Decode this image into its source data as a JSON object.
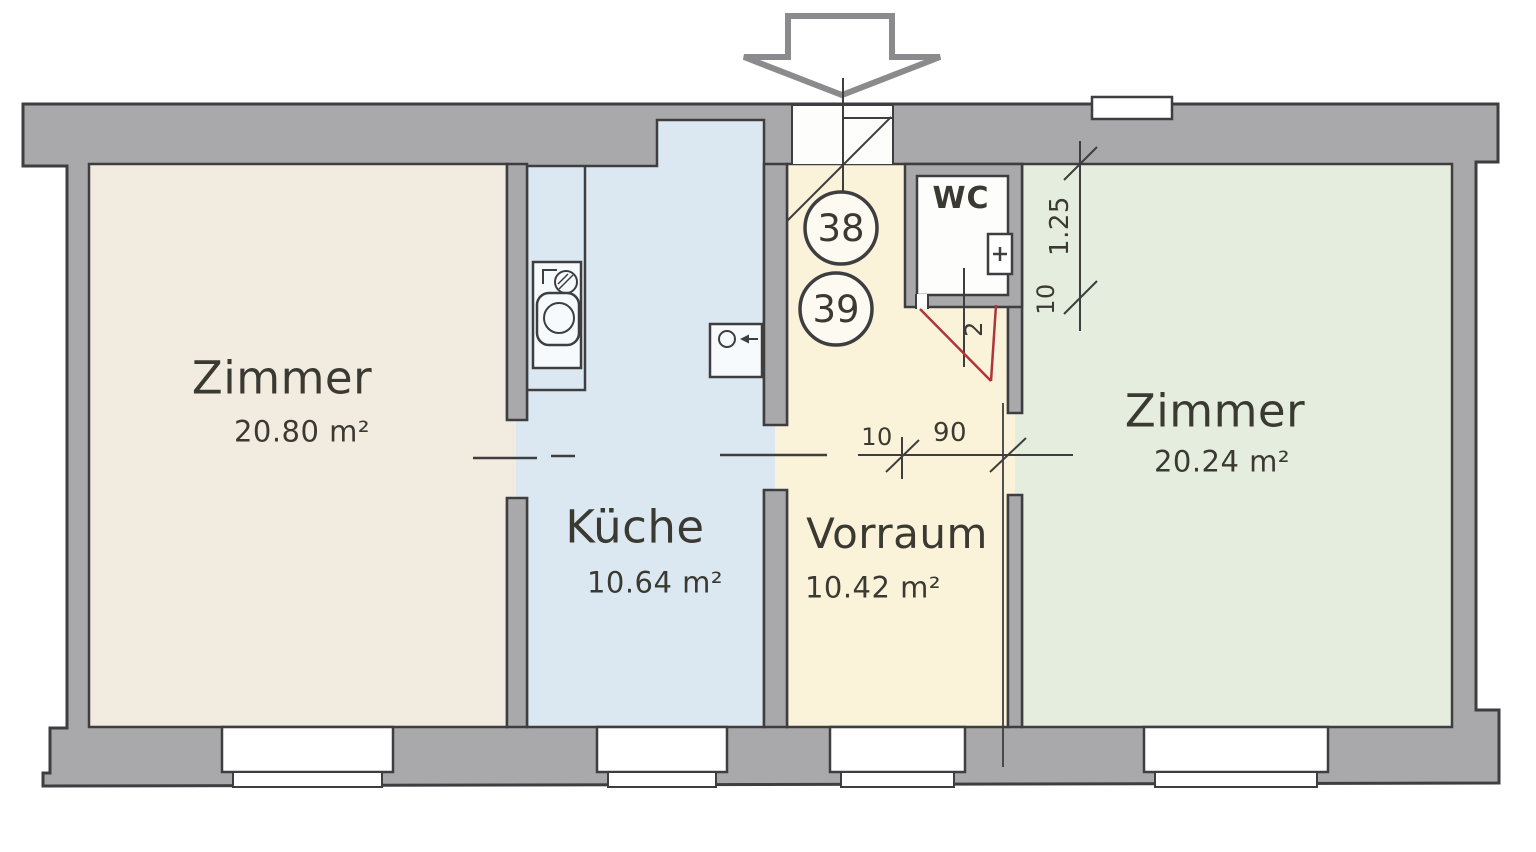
{
  "plan": {
    "rooms": [
      {
        "name": "Zimmer",
        "area": "20.80 m²",
        "fill": "#f1ecdf"
      },
      {
        "name": "Küche",
        "area": "10.64 m²",
        "fill": "#dce8f1"
      },
      {
        "name": "Vorraum",
        "area": "10.42 m²",
        "fill": "#faf3da"
      },
      {
        "name": "Zimmer",
        "area": "20.24 m²",
        "fill": "#e5edde"
      }
    ],
    "wc": {
      "label": "WC",
      "fill": "#fdfdfc"
    },
    "unit_circles": [
      "38",
      "39"
    ],
    "dimensions": {
      "wall_thickness": "10",
      "door_width": "90",
      "right_top_offset": "1.25",
      "right_wall_thickness": "10",
      "wc_note": "2"
    },
    "colors": {
      "wall": "#a9a9ab",
      "outline": "#3e3e40",
      "door_swing_red": "#b0343c",
      "arrow_outline": "#8b8b8d",
      "floor_opening_left": "#f1ecdf",
      "floor_opening_blue": "#dce8f1",
      "floor_opening_yellow": "#faf3da",
      "floor_opening_green": "#e5edde"
    }
  }
}
